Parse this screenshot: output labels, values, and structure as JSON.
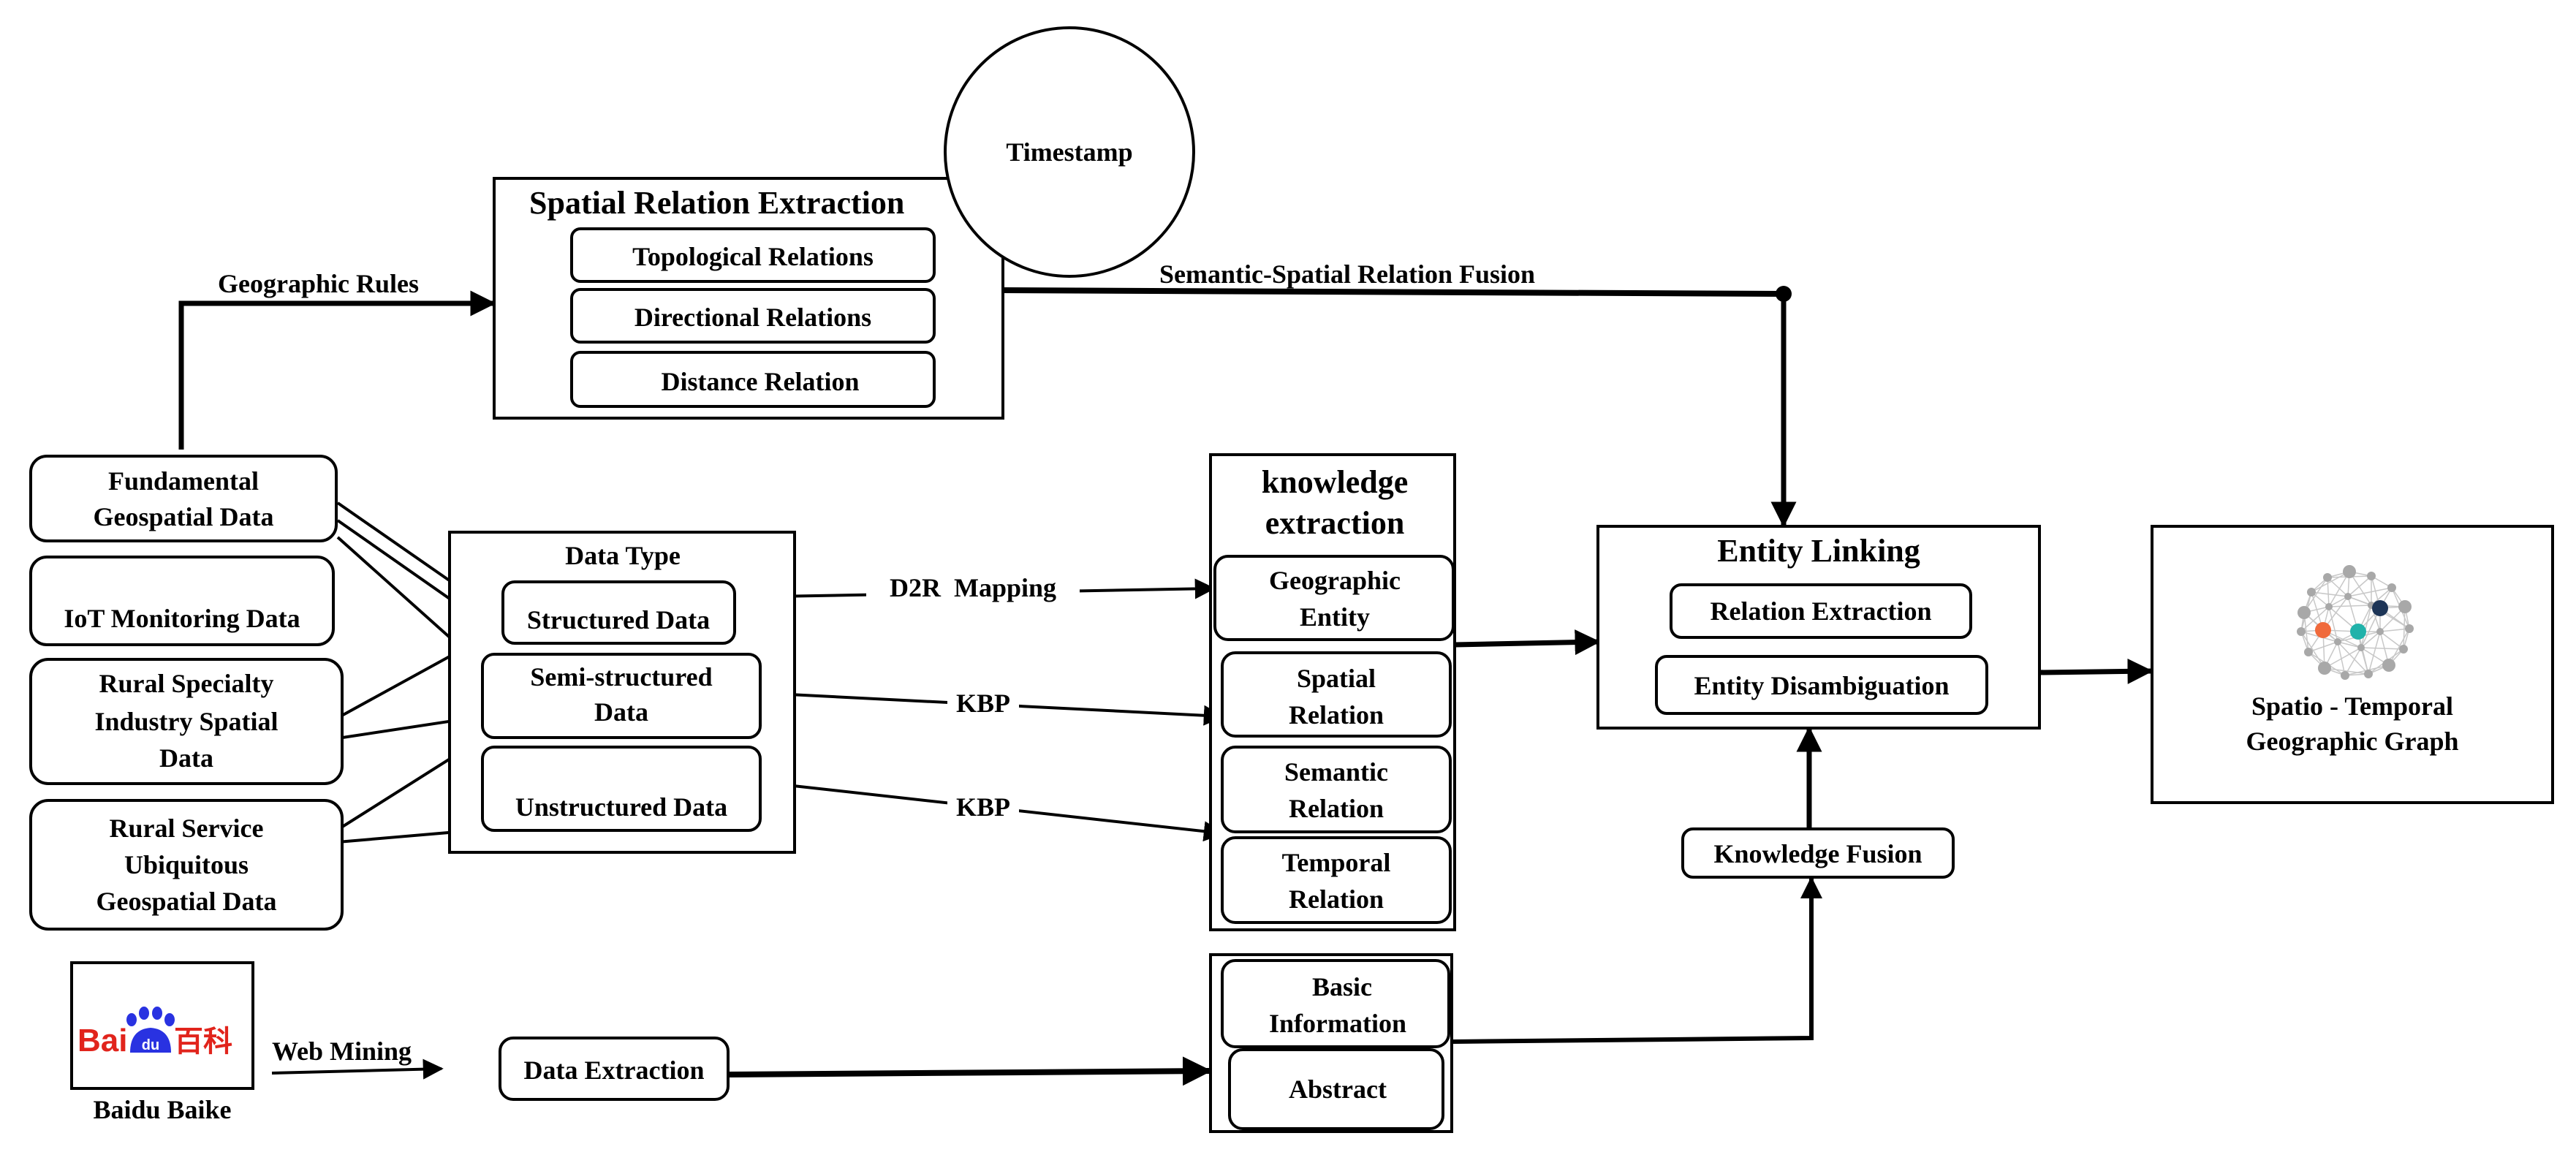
{
  "sources": {
    "fundamental": [
      "Fundamental",
      "Geospatial Data"
    ],
    "iot": "IoT Monitoring Data",
    "rural_specialty": [
      "Rural Specialty",
      "Industry Spatial",
      "Data"
    ],
    "rural_service": [
      "Rural Service",
      "Ubiquitous",
      "Geospatial Data"
    ]
  },
  "baidu": {
    "logo_text_left": "Bai",
    "logo_text_mid": "du",
    "logo_text_right": "百科",
    "caption": "Baidu Baike",
    "brand_red": "#e1241c",
    "brand_blue": "#2932e1"
  },
  "edges": {
    "geographic_rules": "Geographic Rules",
    "semantic_spatial_fusion": "Semantic-Spatial Relation Fusion",
    "d2r_mapping": "D2R  Mapping",
    "kbp_1": "KBP",
    "kbp_2": "KBP",
    "web_mining": "Web Mining"
  },
  "spatial_relation": {
    "title": "Spatial Relation Extraction",
    "items": [
      "Topological Relations",
      "Directional Relations",
      "Distance Relation"
    ]
  },
  "timestamp": "Timestamp",
  "data_type": {
    "title": "Data Type",
    "structured": "Structured Data",
    "semi_structured": [
      "Semi-structured",
      "Data"
    ],
    "unstructured": "Unstructured Data"
  },
  "knowledge_extraction": {
    "title": [
      "knowledge",
      "extraction"
    ],
    "items": [
      [
        "Geographic",
        "Entity"
      ],
      [
        "Spatial",
        "Relation"
      ],
      [
        "Semantic",
        "Relation"
      ],
      [
        "Temporal",
        "Relation"
      ]
    ]
  },
  "data_extraction": "Data Extraction",
  "baike_output": {
    "basic_information": [
      "Basic",
      "Information"
    ],
    "abstract": "Abstract"
  },
  "entity_linking": {
    "title": "Entity Linking",
    "relation_extraction": "Relation Extraction",
    "entity_disambiguation": "Entity Disambiguation"
  },
  "knowledge_fusion": "Knowledge Fusion",
  "graph_output": [
    "Spatio - Temporal",
    "Geographic Graph"
  ],
  "graph_icon_colors": {
    "node_gray": "#a8a8a8",
    "node_orange": "#f06a3c",
    "node_teal": "#20b2aa",
    "node_navy": "#1d3557"
  }
}
